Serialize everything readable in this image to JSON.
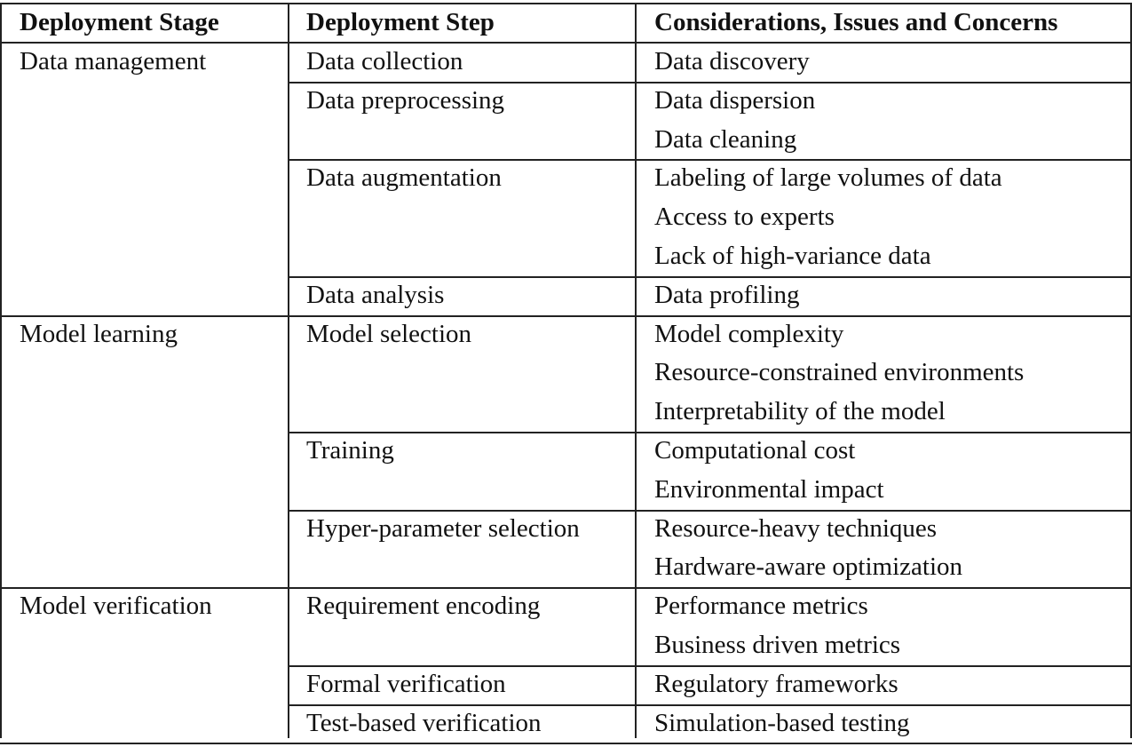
{
  "table": {
    "headers": [
      "Deployment Stage",
      "Deployment Step",
      "Considerations, Issues and Concerns"
    ],
    "stages": [
      {
        "name": "Data management",
        "steps": [
          {
            "name": "Data collection",
            "concerns": [
              "Data discovery"
            ]
          },
          {
            "name": "Data preprocessing",
            "concerns": [
              "Data dispersion",
              "Data cleaning"
            ]
          },
          {
            "name": "Data augmentation",
            "concerns": [
              "Labeling of large volumes of data",
              "Access to experts",
              "Lack of high-variance data"
            ]
          },
          {
            "name": "Data analysis",
            "concerns": [
              "Data profiling"
            ]
          }
        ]
      },
      {
        "name": "Model learning",
        "steps": [
          {
            "name": "Model selection",
            "concerns": [
              "Model complexity",
              "Resource-constrained environments",
              "Interpretability of the model"
            ]
          },
          {
            "name": "Training",
            "concerns": [
              "Computational cost",
              "Environmental impact"
            ]
          },
          {
            "name": "Hyper-parameter selection",
            "concerns": [
              "Resource-heavy techniques",
              "Hardware-aware optimization"
            ]
          }
        ]
      },
      {
        "name": "Model verification",
        "steps": [
          {
            "name": "Requirement encoding",
            "concerns": [
              "Performance metrics",
              "Business driven metrics"
            ]
          },
          {
            "name": "Formal verification",
            "concerns": [
              "Regulatory frameworks"
            ]
          },
          {
            "name": "Test-based verification",
            "concerns": [
              "Simulation-based testing"
            ]
          }
        ]
      }
    ]
  }
}
